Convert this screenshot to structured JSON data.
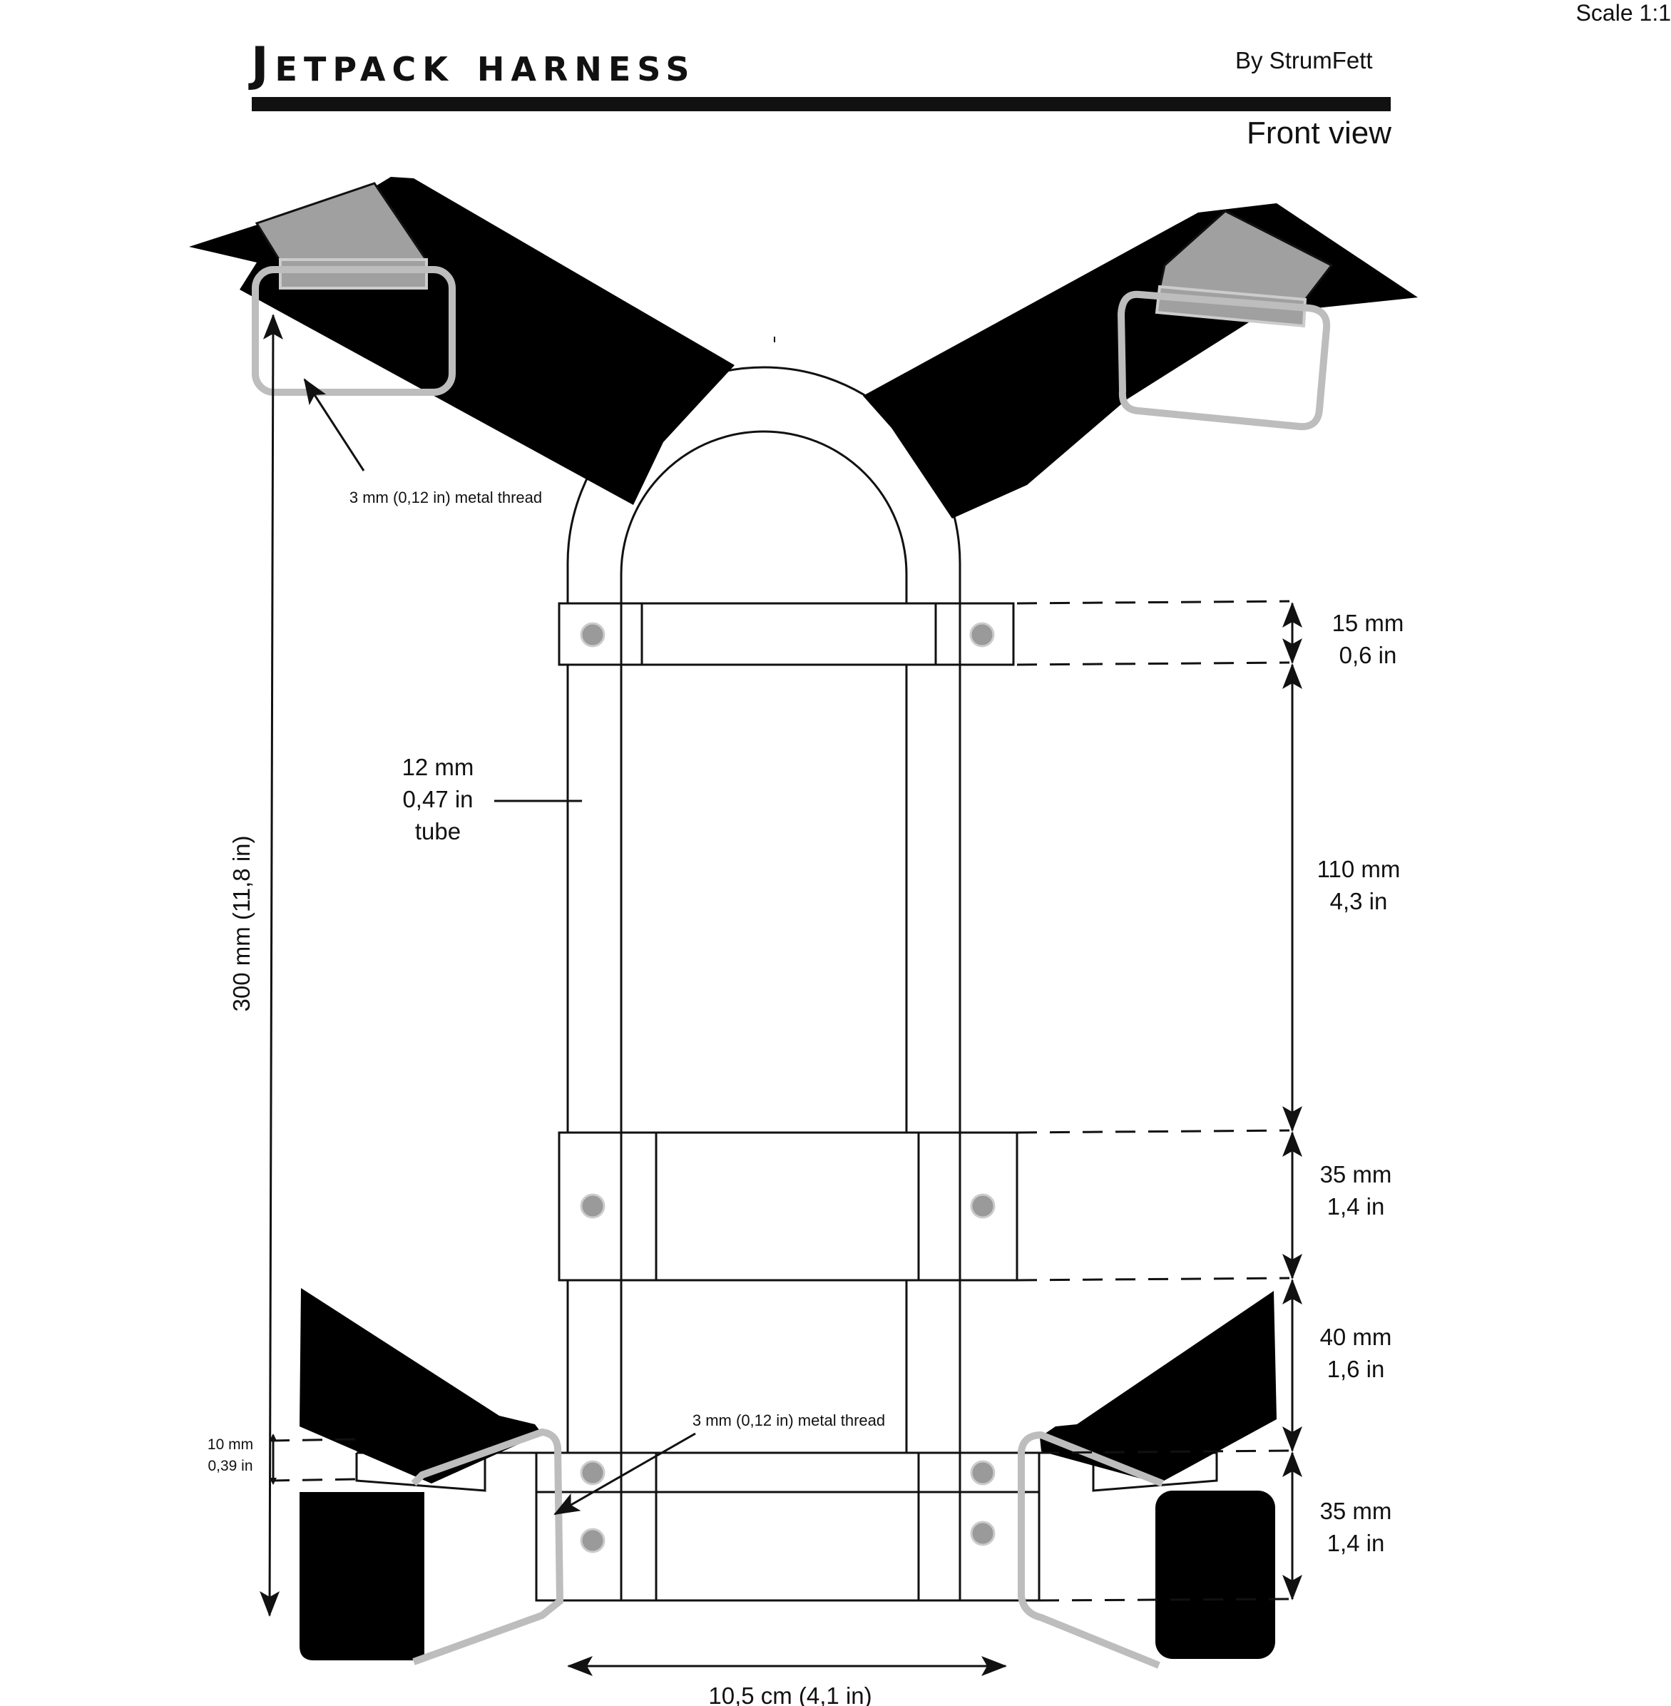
{
  "header": {
    "title": "Jetpack harness",
    "author": "By StrumFett",
    "view": "Front view",
    "scale": "Scale 1:1"
  },
  "colors": {
    "strap": "#000000",
    "buckle_pad": "#a0a0a0",
    "ring": "#bdbdbd",
    "rivet": "#9a9a9a",
    "line": "#111111"
  },
  "callouts": {
    "metal_thread_top": "3 mm (0,12 in) metal thread",
    "metal_thread_bottom": "3 mm (0,12 in) metal thread",
    "tube": [
      "12 mm",
      "0,47 in",
      "tube"
    ]
  },
  "dimensions": {
    "total_height": "300 mm  (11,8 in)",
    "small_gap": [
      "10 mm",
      "0,39 in"
    ],
    "width": "10,5 cm (4,1 in)",
    "right_column": [
      [
        "15 mm",
        "0,6 in"
      ],
      [
        "110 mm",
        "4,3 in"
      ],
      [
        "35 mm",
        "1,4 in"
      ],
      [
        "40 mm",
        "1,6 in"
      ],
      [
        "35 mm",
        "1,4 in"
      ]
    ]
  }
}
